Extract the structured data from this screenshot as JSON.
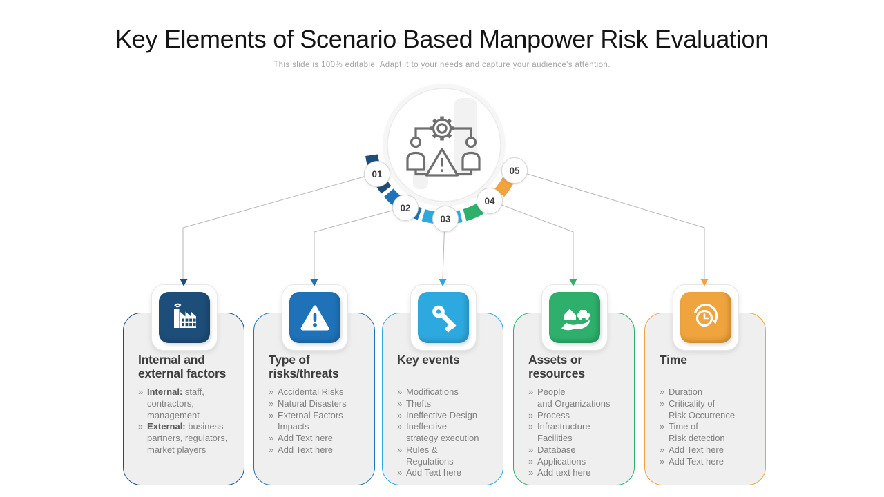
{
  "slide": {
    "title": "Key Elements of Scenario Based Manpower Risk Evaluation",
    "subtitle": "This slide is 100% editable. Adapt it to your needs and capture your audience's attention."
  },
  "hub": {
    "icon": "people-gear-alert-icon",
    "line_color": "#b5b5b5",
    "circle_color": "#ebebeb"
  },
  "steps": [
    {
      "number": "01",
      "color": "#1d4e79",
      "icon": "factory-icon",
      "title": "Internal and\nexternal factors",
      "bullets": [
        {
          "b": "Internal:",
          "t": " staff,\ncontractors,\nmanagement"
        },
        {
          "b": "External:",
          "t": " business\npartners, regulators,\nmarket players"
        }
      ]
    },
    {
      "number": "02",
      "color": "#1f72b8",
      "icon": "warning-triangle-icon",
      "title": "Type of\nrisks/threats",
      "bullets": [
        {
          "b": "",
          "t": "Accidental Risks"
        },
        {
          "b": "",
          "t": "Natural Disasters"
        },
        {
          "b": "",
          "t": "External Factors\nImpacts"
        },
        {
          "b": "",
          "t": "Add Text here"
        },
        {
          "b": "",
          "t": "Add Text here"
        }
      ]
    },
    {
      "number": "03",
      "color": "#2ea9e0",
      "icon": "key-icon",
      "title": "Key events",
      "bullets": [
        {
          "b": "",
          "t": "Modifications"
        },
        {
          "b": "",
          "t": "Thefts"
        },
        {
          "b": "",
          "t": "Ineffective Design"
        },
        {
          "b": "",
          "t": "Ineffective\nstrategy execution"
        },
        {
          "b": "",
          "t": "Rules &\nRegulations"
        },
        {
          "b": "",
          "t": "Add Text here"
        }
      ]
    },
    {
      "number": "04",
      "color": "#2eb06c",
      "icon": "hand-assets-icon",
      "title": "Assets or\nresources",
      "bullets": [
        {
          "b": "",
          "t": "People\nand Organizations"
        },
        {
          "b": "",
          "t": "Process"
        },
        {
          "b": "",
          "t": "Infrastructure\nFacilities"
        },
        {
          "b": "",
          "t": "Database"
        },
        {
          "b": "",
          "t": "Applications"
        },
        {
          "b": "",
          "t": "Add text here"
        }
      ]
    },
    {
      "number": "05",
      "color": "#efa43d",
      "icon": "clock-history-icon",
      "title": "Time",
      "bullets": [
        {
          "b": "",
          "t": "Duration"
        },
        {
          "b": "",
          "t": "Criticality of\nRisk Occurrence"
        },
        {
          "b": "",
          "t": "Time of\nRisk detection"
        },
        {
          "b": "",
          "t": "Add Text here"
        },
        {
          "b": "",
          "t": "Add Text here"
        }
      ]
    }
  ]
}
